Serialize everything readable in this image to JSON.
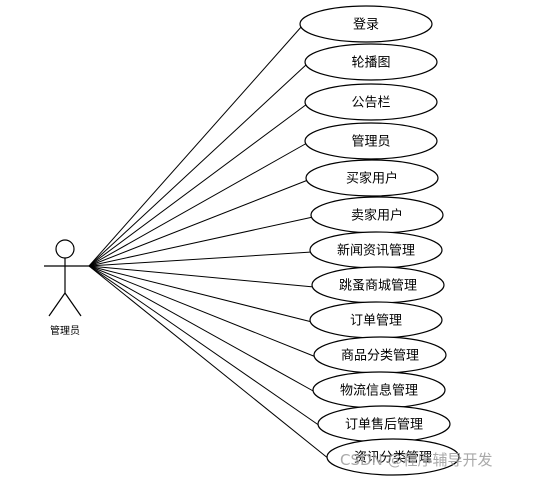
{
  "diagram": {
    "type": "use-case",
    "actor": {
      "label": "管理员"
    },
    "use_cases": [
      "登录",
      "轮播图",
      "公告栏",
      "管理员",
      "买家用户",
      "卖家用户",
      "新闻资讯管理",
      "跳蚤商城管理",
      "订单管理",
      "商品分类管理",
      "物流信息管理",
      "订单售后管理",
      "资讯分类管理"
    ]
  },
  "watermark": {
    "text": "CSDN @程序辅导开发"
  }
}
